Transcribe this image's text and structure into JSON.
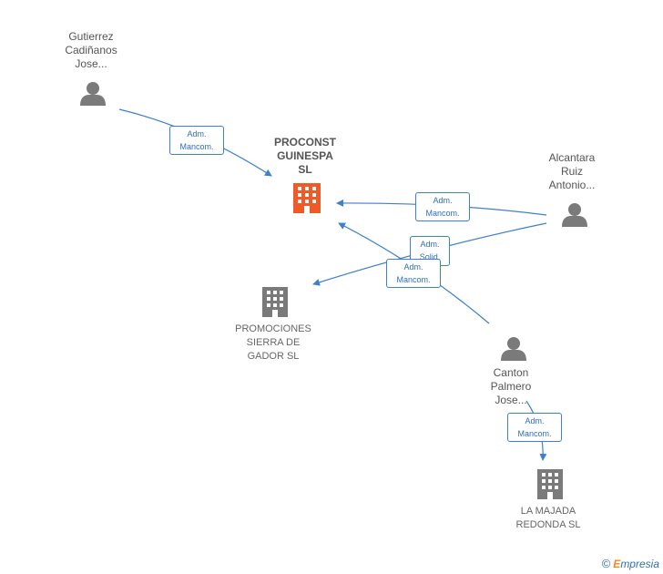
{
  "nodes": {
    "gutierrez": {
      "lines": [
        "Gutierrez",
        "Cadiñanos",
        "Jose..."
      ],
      "type": "person"
    },
    "proconst": {
      "lines": [
        "PROCONST",
        "GUINESPA",
        "SL"
      ],
      "type": "company-focus"
    },
    "alcantara": {
      "lines": [
        "Alcantara",
        "Ruiz",
        "Antonio..."
      ],
      "type": "person"
    },
    "promociones": {
      "lines": [
        "PROMOCIONES",
        "SIERRA DE",
        "GADOR SL"
      ],
      "type": "company"
    },
    "canton": {
      "lines": [
        "Canton",
        "Palmero",
        "Jose..."
      ],
      "type": "person"
    },
    "lamajada": {
      "lines": [
        "LA MAJADA",
        "REDONDA  SL"
      ],
      "type": "company"
    }
  },
  "edges": {
    "e1": {
      "lines": [
        "Adm.",
        "Mancom."
      ]
    },
    "e2": {
      "lines": [
        "Adm.",
        "Mancom."
      ]
    },
    "e3": {
      "lines": [
        "Adm.",
        "Solid."
      ]
    },
    "e4": {
      "lines": [
        "Adm.",
        "Mancom."
      ]
    },
    "e5": {
      "lines": [
        "Adm.",
        "Mancom."
      ]
    }
  },
  "colors": {
    "edge": "#3d7fd1",
    "person_icon": "#7a7a7a",
    "company_icon": "#7a7a7a",
    "focus_icon": "#f05a28"
  },
  "brand": {
    "copyright": "©",
    "first_letter": "E",
    "rest": "mpresia"
  }
}
